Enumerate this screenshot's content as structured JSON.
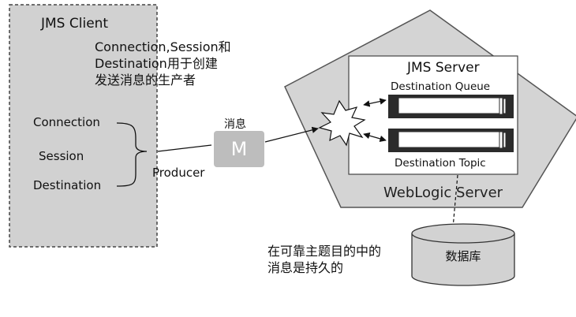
{
  "client": {
    "title": "JMS Client",
    "note": "Connection,Session和\nDestination用于创建\n发送消息的生产者",
    "items": [
      "Connection",
      "Session",
      "Destination"
    ],
    "producer_label": "Producer"
  },
  "message": {
    "label": "消息",
    "letter": "M"
  },
  "server": {
    "title": "JMS Server",
    "queue_label": "Destination Queue",
    "topic_label": "Destination Topic",
    "container_label": "WebLogic Server"
  },
  "database": {
    "label": "数据库",
    "note": "在可靠主题目的中的\n消息是持久的"
  },
  "colors": {
    "client_fill": "#d1d1d1",
    "pentagon_fill": "#d4d4d4",
    "server_box_fill": "#ffffff",
    "message_fill": "#bdbdbd",
    "queue_bar_fill": "#2b2b2b",
    "line": "#111111"
  }
}
